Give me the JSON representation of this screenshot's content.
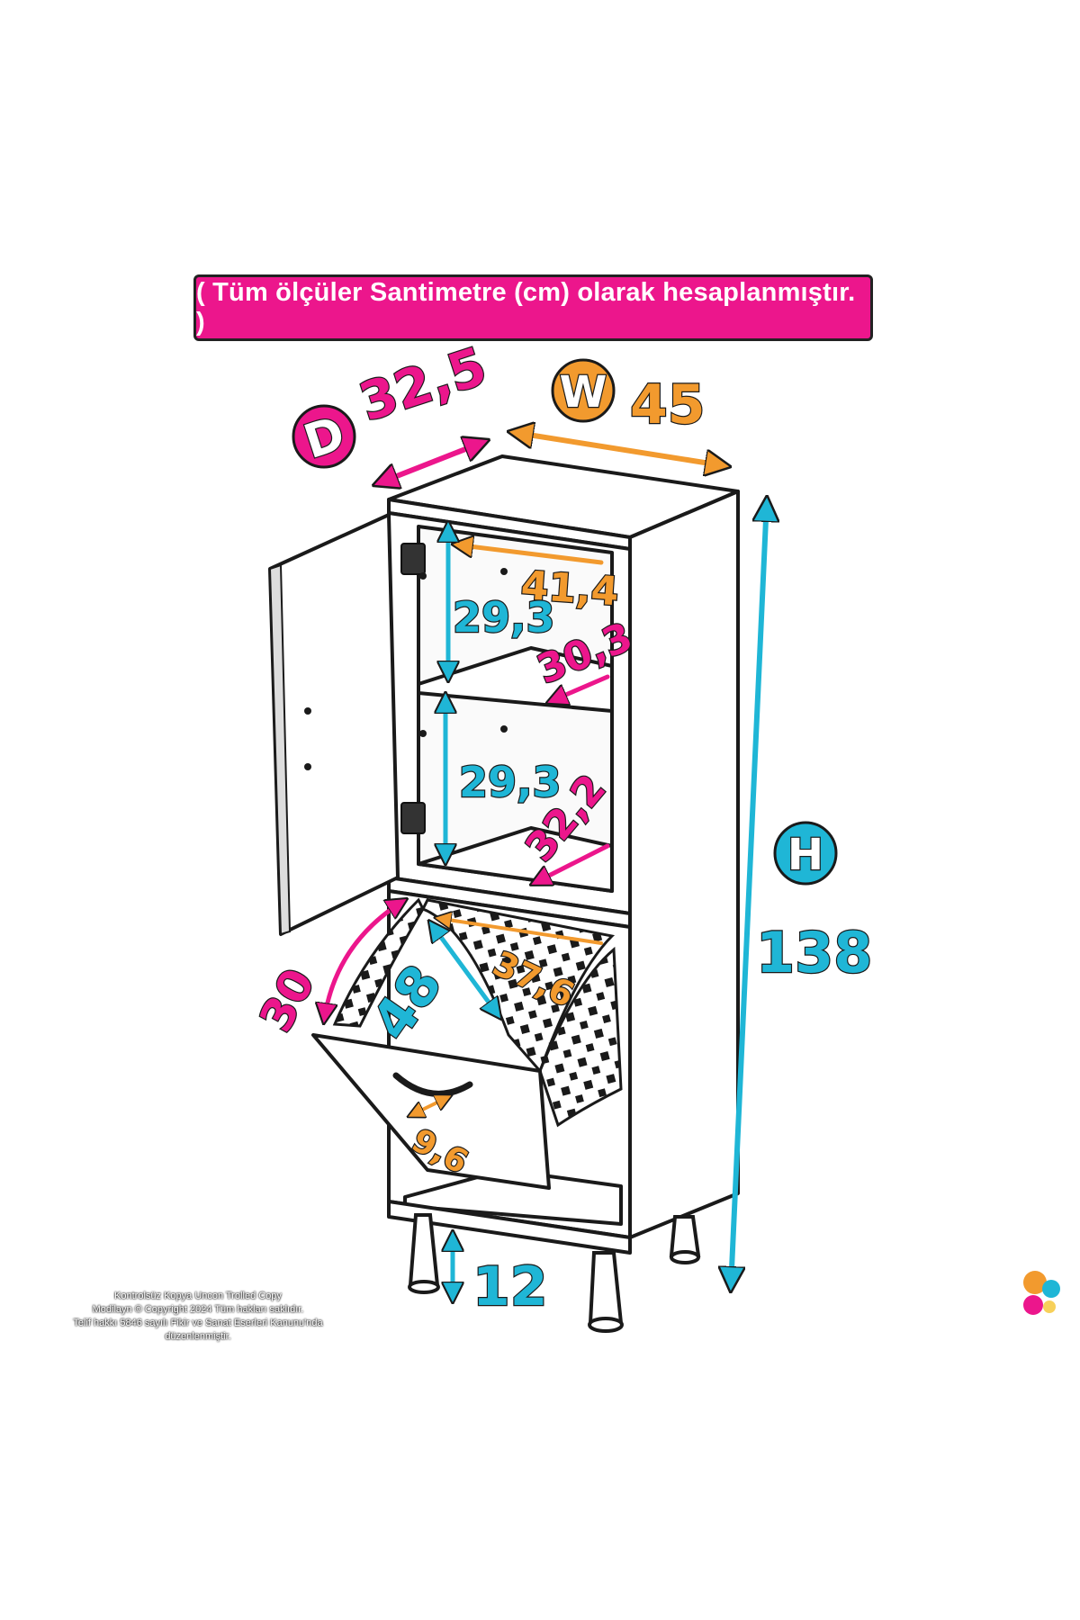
{
  "banner": {
    "text": "( Tüm ölçüler Santimetre (cm) olarak hesaplanmıştır. )"
  },
  "colors": {
    "pink": "#ec168c",
    "orange": "#f29a2e",
    "cyan": "#1fb6d6",
    "outline": "#1a1a1a"
  },
  "dimensions": {
    "depth_badge": "D",
    "depth": "32,5",
    "width_badge": "W",
    "width": "45",
    "height_badge": "H",
    "height": "138",
    "inner_width": "41,4",
    "shelf_height_top": "29,3",
    "shelf_depth_top": "30,3",
    "shelf_height_bottom": "29,3",
    "shelf_depth_bottom": "32,2",
    "basket_angle": "30",
    "basket_height": "48",
    "basket_width": "37,6",
    "handle_width": "9,6",
    "leg_height": "12"
  },
  "copyright": {
    "line1": "Kontrolsüz Kopya Uncon Trolled Copy",
    "line2": "Modilayn © Copyright 2024 Tüm hakları saklıdır.",
    "line3": "Telif hakkı 5846 sayılı Fikir ve Sanat Eserleri Kanunu'nda düzenlenmiştir."
  },
  "icons": {
    "arrow": "double-arrow-icon",
    "logo": "brand-drop-logo"
  }
}
